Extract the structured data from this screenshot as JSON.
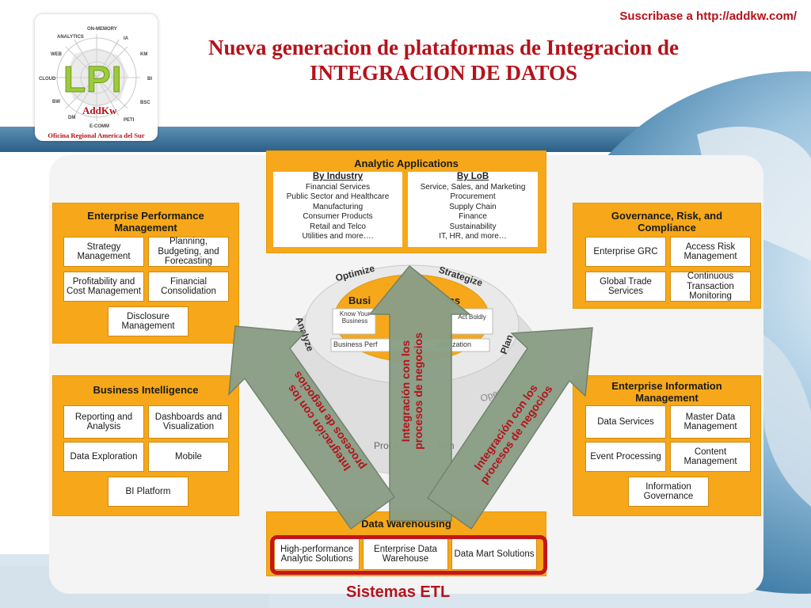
{
  "header": {
    "subscribe": "Suscribase a http://addkw.com/",
    "title_line1": "Nueva generacion de plataformas de Integracion de",
    "title_line2": "INTEGRACION DE DATOS"
  },
  "logo": {
    "mark": "LPI",
    "brand": "AddKw",
    "office": "Oficina Regional America del Sur",
    "radar_labels": [
      "ON-MEMORY",
      "IA",
      "KM",
      "BI",
      "BSC",
      "PETI",
      "E-COMM",
      "DM",
      "BW",
      "CLOUD",
      "WEB",
      "ANALYTICS"
    ]
  },
  "analytic": {
    "title": "Analytic Applications",
    "industry_title": "By Industry",
    "industry_items": [
      "Financial Services",
      "Public Sector and Healthcare",
      "Manufacturing",
      "Consumer Products",
      "Retail and Telco",
      "Utilities and more…."
    ],
    "lob_title": "By LoB",
    "lob_items": [
      "Service, Sales, and Marketing",
      "Procurement",
      "Supply Chain",
      "Finance",
      "Sustainability",
      "IT, HR, and more…"
    ]
  },
  "epm": {
    "title": "Enterprise Performance Management",
    "items": [
      "Strategy Management",
      "Planning, Budgeting, and Forecasting",
      "Profitability and Cost Management",
      "Financial Consolidation",
      "Disclosure Management"
    ]
  },
  "grc": {
    "title": "Governance, Risk, and Compliance",
    "items": [
      "Enterprise GRC",
      "Access Risk Management",
      "Global Trade Services",
      "Continuous Transaction Monitoring"
    ]
  },
  "bi": {
    "title": "Business Intelligence",
    "items": [
      "Reporting and Analysis",
      "Dashboards and Visualization",
      "Data Exploration",
      "Mobile",
      "BI Platform"
    ]
  },
  "eim": {
    "title": "Enterprise Information Management",
    "items": [
      "Data Services",
      "Master Data Management",
      "Event Processing",
      "Content Management",
      "Information Governance"
    ]
  },
  "dw": {
    "title": "Data Warehousing",
    "items": [
      "High-performance Analytic Solutions",
      "Enterprise Data Warehouse",
      "Data Mart Solutions"
    ]
  },
  "cycle": {
    "labels": [
      "Optimize",
      "Strategize",
      "Plan",
      "Analyze",
      "Busi",
      "ics",
      "Know Your Business",
      "Act Boldly",
      "Business Perf",
      "ptimization",
      "Open",
      "Bu",
      "Proce",
      "orm"
    ]
  },
  "arrows": {
    "center": "Integración con los procesos de negocios",
    "left": "Integración con los procesos de negocios",
    "right": "Integración con los procesos de negocios"
  },
  "etl": {
    "label": "Sistemas ETL"
  },
  "colors": {
    "accent": "#b5121b",
    "orange": "#f6a81a",
    "arrow": "#8b9e86",
    "globe": "#2a6f9e"
  }
}
